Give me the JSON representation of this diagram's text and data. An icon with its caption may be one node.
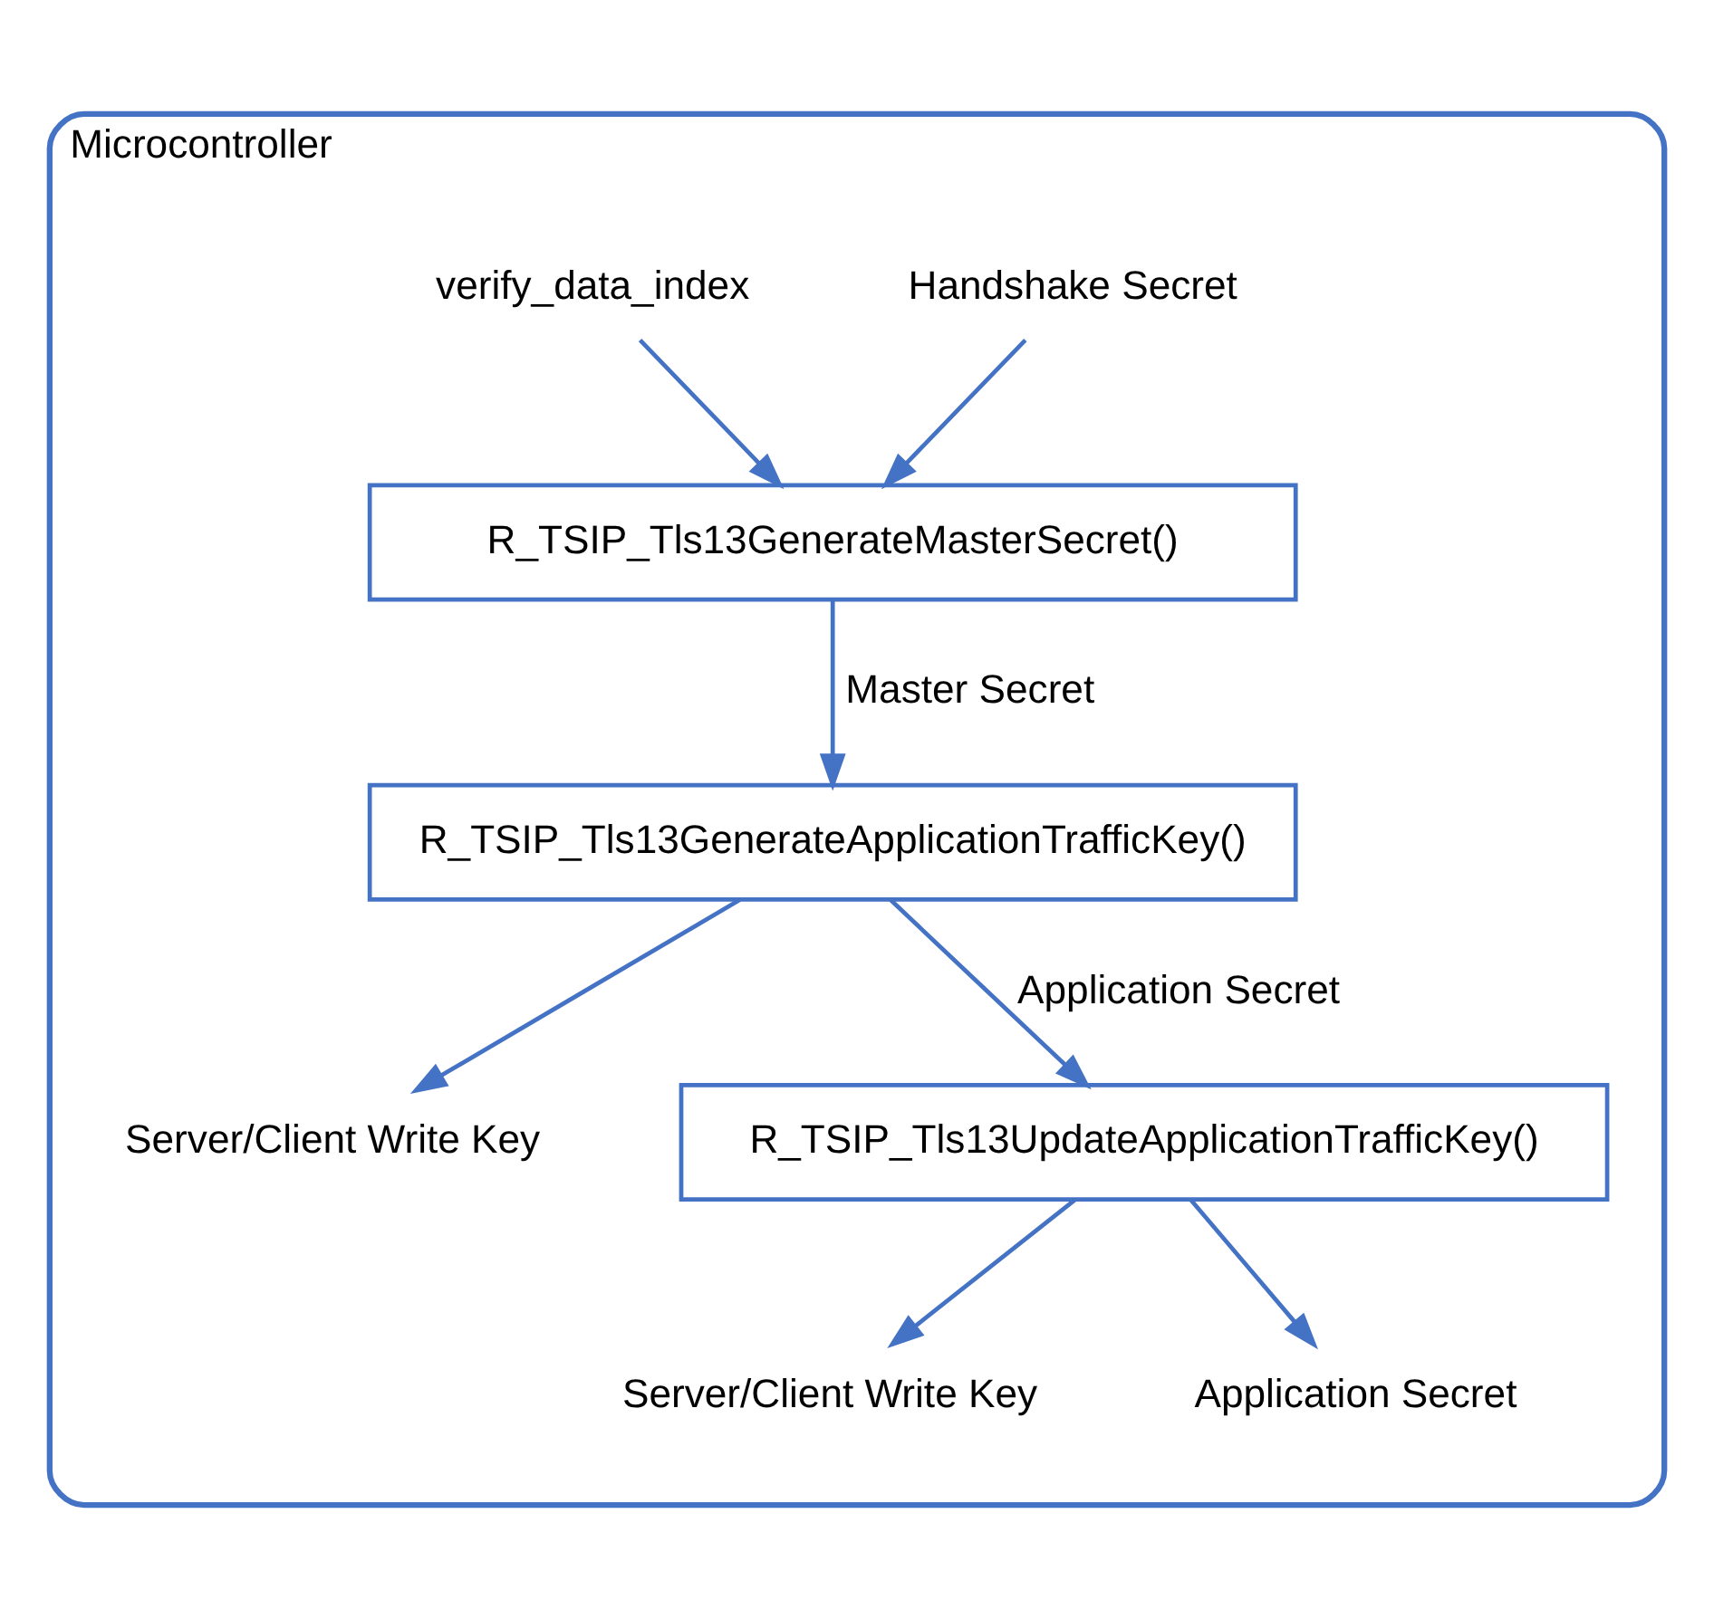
{
  "diagram": {
    "nodes": [
      {
        "text": [
          "Microcontroller"
        ]
      },
      {
        "text": [
          "Handshake Secret"
        ],
        "in": 0
      },
      {
        "text": [
          "verify_data_index"
        ],
        "in": 0
      },
      {
        "text": [
          "R_TSIP_Tls13GenerateMasterSecret()"
        ],
        "in": 0
      },
      {
        "text": [
          "R_TSIP_Tls13GenerateApplicationTrafficKey()"
        ],
        "in": 0
      },
      {
        "text": [
          "Server/Client Write Key"
        ],
        "in": 0
      },
      {
        "text": [
          "R_TSIP_Tls13UpdateApplicationTrafficKey()"
        ],
        "in": 0
      },
      {
        "text": [
          "Server/Client Write Key"
        ],
        "in": 0
      },
      {
        "text": [
          "Application Secret"
        ],
        "in": 0
      }
    ],
    "edges": [
      {
        "from": 1,
        "to": 3,
        "arrow": "to"
      },
      {
        "from": 2,
        "to": 3,
        "arrow": "to"
      },
      {
        "from": 3,
        "to": 4,
        "arrow": "to",
        "label": "Master Secret"
      },
      {
        "from": 4,
        "to": 5,
        "arrow": "to"
      },
      {
        "from": 4,
        "to": 6,
        "arrow": "to",
        "label": "Application Secret"
      },
      {
        "from": 6,
        "to": 7,
        "arrow": "to"
      },
      {
        "from": 6,
        "to": 8,
        "arrow": "to"
      }
    ]
  }
}
